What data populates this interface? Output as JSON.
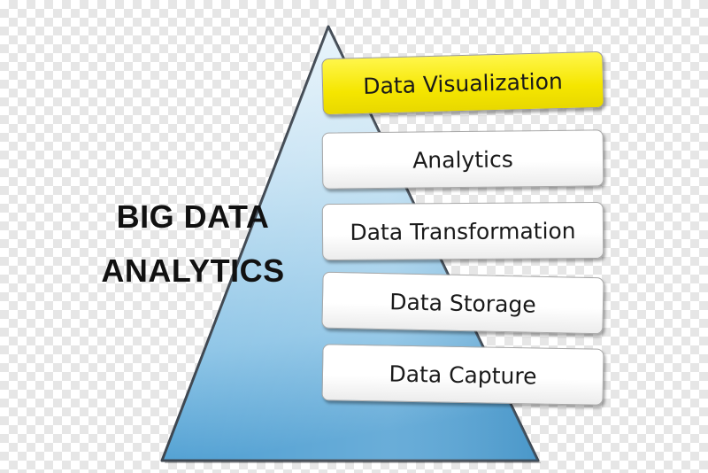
{
  "title": {
    "line1": "BIG DATA",
    "line2": "ANALYTICS"
  },
  "layers": [
    {
      "label": "Data Visualization",
      "highlighted": true
    },
    {
      "label": "Analytics",
      "highlighted": false
    },
    {
      "label": "Data Transformation",
      "highlighted": false
    },
    {
      "label": "Data Storage",
      "highlighted": false
    },
    {
      "label": "Data Capture",
      "highlighted": false
    }
  ],
  "colors": {
    "pyramid_top": "#e6f3fb",
    "pyramid_bottom": "#5aa8d8",
    "highlight": "#f5e600"
  }
}
